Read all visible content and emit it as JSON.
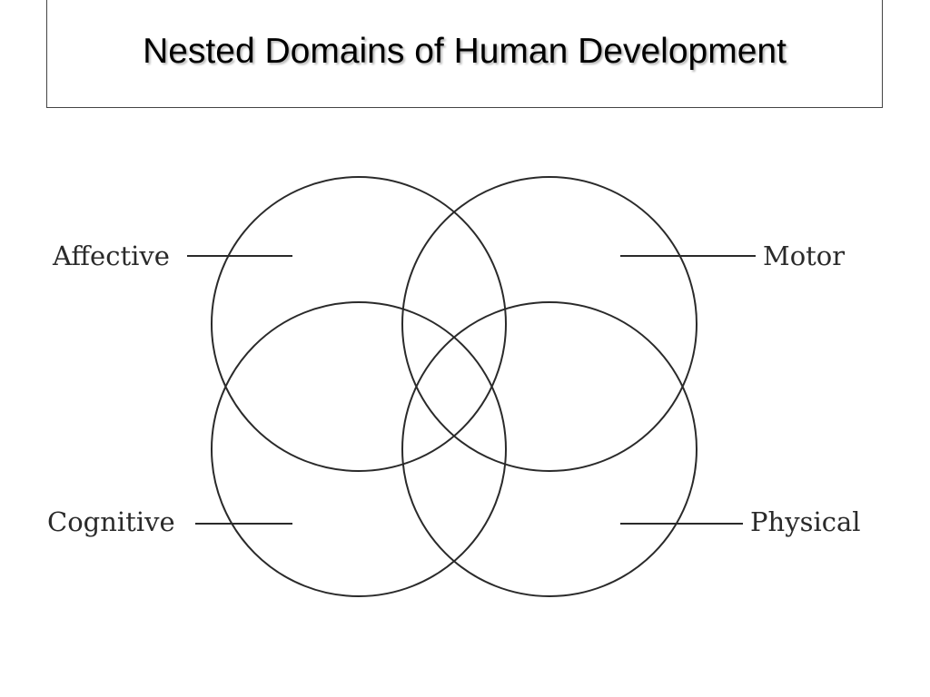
{
  "title": "Nested Domains of Human Development",
  "colors": {
    "stroke": "#2a2a2a",
    "background": "#ffffff",
    "text": "#000000"
  },
  "domains": {
    "affective": "Affective",
    "motor": "Motor",
    "cognitive": "Cognitive",
    "physical": "Physical"
  }
}
